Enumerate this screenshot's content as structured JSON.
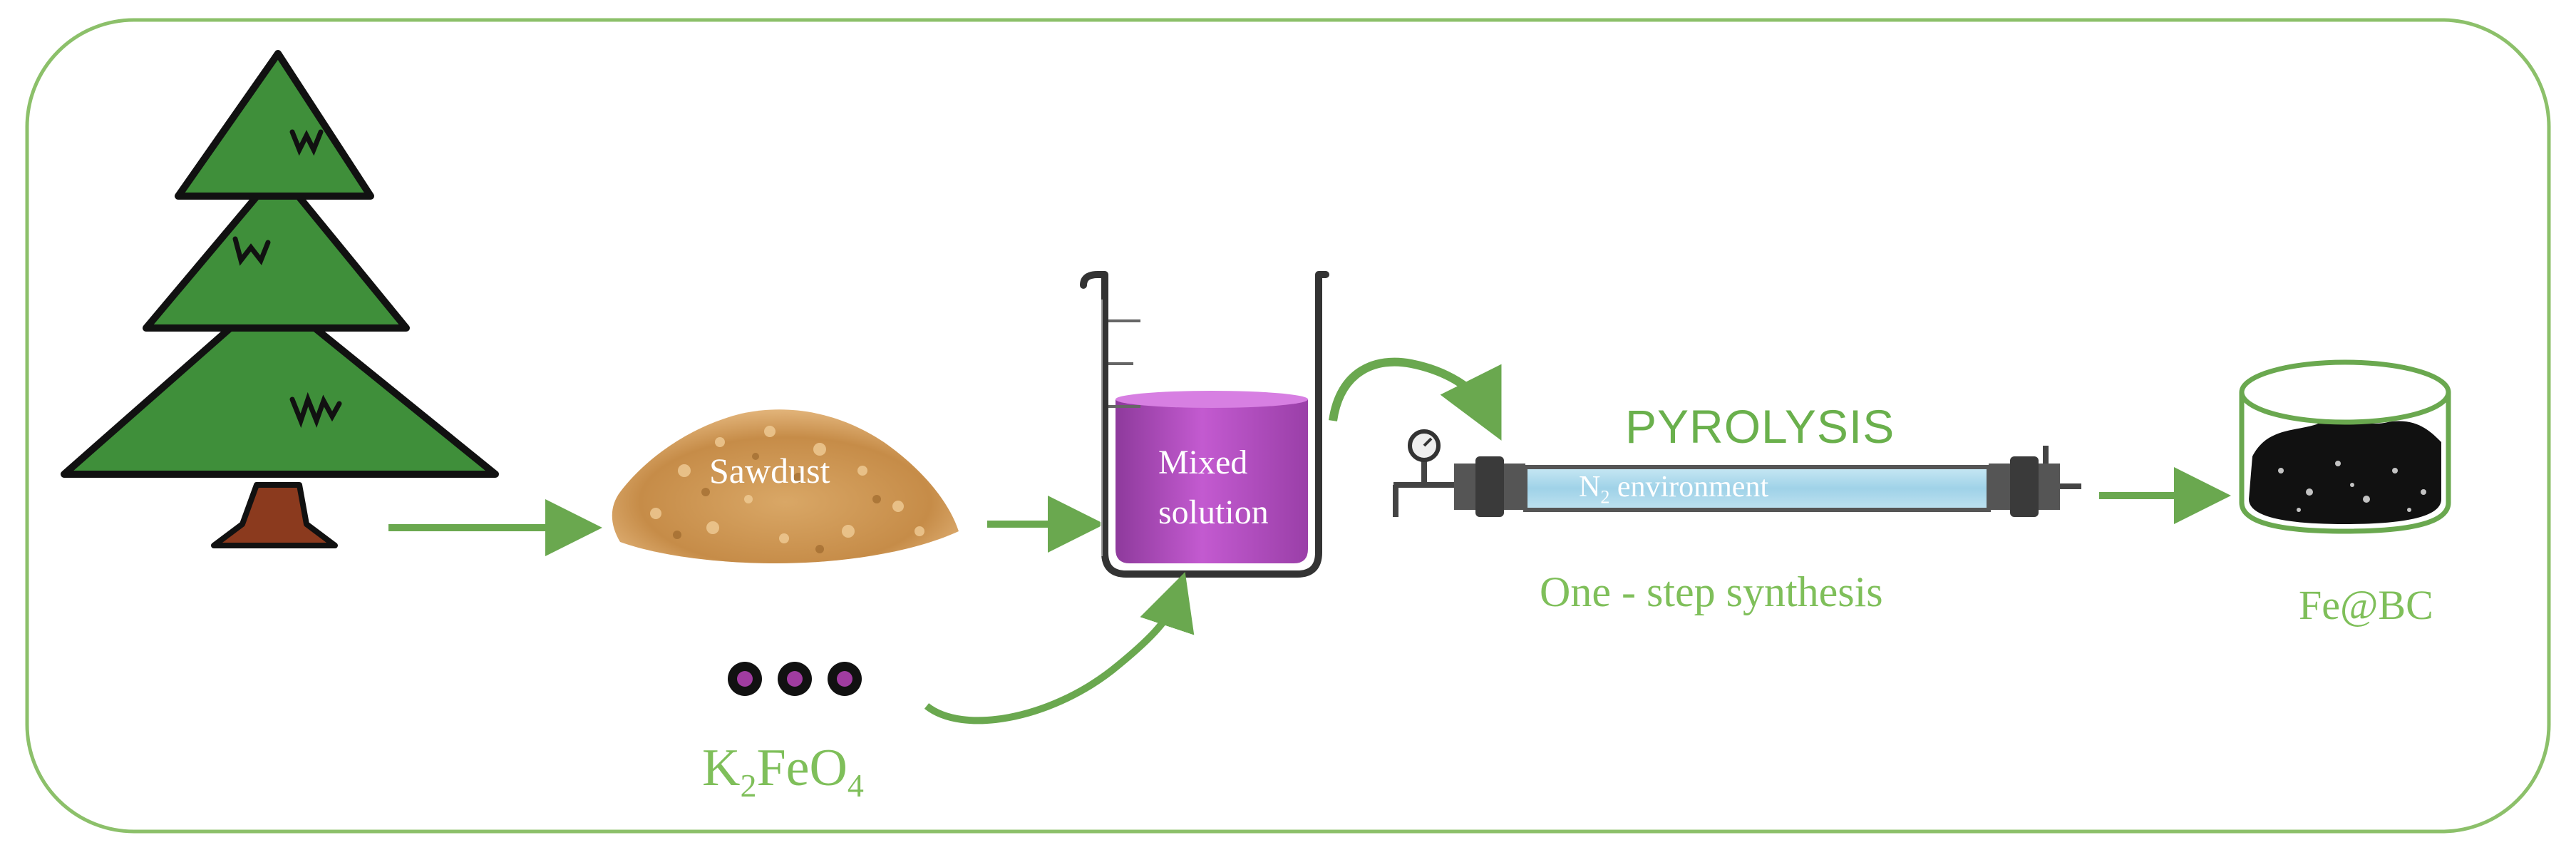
{
  "labels": {
    "sawdust": "Sawdust",
    "mixed_line1": "Mixed",
    "mixed_line2": "solution",
    "pyrolysis": "PYROLYSIS",
    "n2_prefix": "N",
    "n2_sub": "2",
    "n2_suffix": " environment",
    "one_step": "One - step synthesis",
    "product": "Fe@BC",
    "reagent_k": "K",
    "reagent_k_sub": "2",
    "reagent_feo": "FeO",
    "reagent_feo_sub": "4"
  },
  "icons": [
    "tree-icon",
    "sawdust-pile-icon",
    "beaker-icon",
    "tube-furnace-icon",
    "pressure-gauge-icon",
    "biochar-dish-icon",
    "k2feo4-particles-icon"
  ],
  "colors": {
    "frame": "#8cc06a",
    "arrow": "#6aa84f",
    "tree": "#3f8f3a",
    "trunk": "#8b3a1e",
    "solution": "#b24fc0",
    "tube_gas": "#a9d8ec",
    "particle": "#a03ca0"
  }
}
